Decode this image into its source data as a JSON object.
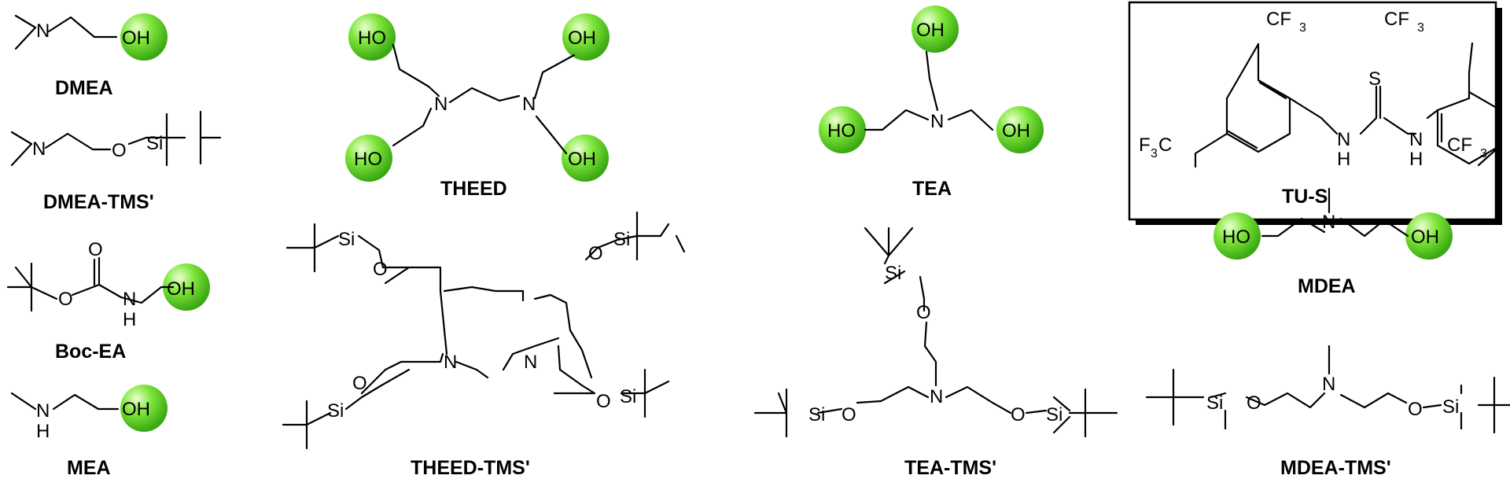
{
  "diagram": {
    "accent_color": "#7ee53a",
    "compounds": [
      {
        "id": "dmea",
        "name": "DMEA"
      },
      {
        "id": "dmea-tms",
        "name": "DMEA-TMS'"
      },
      {
        "id": "boc-ea",
        "name": "Boc-EA"
      },
      {
        "id": "mea",
        "name": "MEA"
      },
      {
        "id": "theed",
        "name": "THEED"
      },
      {
        "id": "theed-tms",
        "name": "THEED-TMS'"
      },
      {
        "id": "tea",
        "name": "TEA"
      },
      {
        "id": "tea-tms",
        "name": "TEA-TMS'"
      },
      {
        "id": "tu-s",
        "name": "TU-S"
      },
      {
        "id": "mdea",
        "name": "MDEA"
      },
      {
        "id": "mdea-tms",
        "name": "MDEA-TMS'"
      }
    ],
    "atoms": {
      "oh": "OH",
      "ho": "HO",
      "n": "N",
      "nh": "N",
      "h": "H",
      "o": "O",
      "si": "Si",
      "s": "S",
      "cf": "CF",
      "f3c": "F",
      "c": "C",
      "sub3": "3"
    }
  }
}
